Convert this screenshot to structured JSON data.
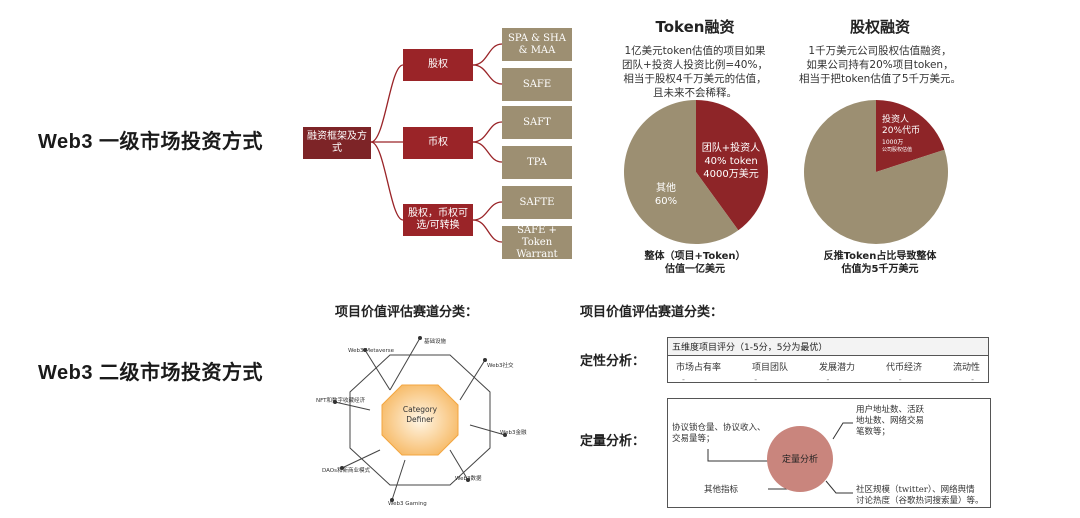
{
  "titles": {
    "primary": "Web3 一级市场投资方式",
    "secondary": "Web3 二级市场投资方式"
  },
  "tree": {
    "root": "融资框架及方式",
    "branches": [
      {
        "label": "股权",
        "leaves": [
          "SPA & SHA & MAA",
          "SAFE"
        ]
      },
      {
        "label": "币权",
        "leaves": [
          "SAFT",
          "TPA"
        ]
      },
      {
        "label": "股权，币权可选/可转换",
        "leaves": [
          "SAFTE",
          "SAFE + Token Warrant"
        ]
      }
    ]
  },
  "token_pie": {
    "title": "Token融资",
    "desc": [
      "1亿美元token估值的项目如果",
      "团队+投资人投资比例=40%，",
      "相当于股权4千万美元的估值，",
      "且未来不会稀释。"
    ],
    "slice_label": [
      "团队+投资人",
      "40% token",
      "4000万美元"
    ],
    "other_label": [
      "其他",
      "60%"
    ],
    "caption": [
      "整体（项目+Token）",
      "估值一亿美元"
    ]
  },
  "equity_pie": {
    "title": "股权融资",
    "desc": [
      "1千万美元公司股权估值融资，",
      "如果公司持有20%项目token，",
      "相当于把token估值了5千万美元。"
    ],
    "slice_label": [
      "投资人",
      "20%代币"
    ],
    "slice_small": [
      "1000万",
      "公司股权估值"
    ],
    "caption": [
      "反推Token占比导致整体",
      "估值为5千万美元"
    ]
  },
  "chart_data": [
    {
      "type": "pie",
      "title": "Token融资",
      "categories": [
        "团队+投资人",
        "其他"
      ],
      "values": [
        40,
        60
      ],
      "colors": [
        "#8e2528",
        "#9c8f72"
      ]
    },
    {
      "type": "pie",
      "title": "股权融资",
      "categories": [
        "投资人",
        ""
      ],
      "values": [
        20,
        80
      ],
      "colors": [
        "#8e2528",
        "#9c8f72"
      ]
    }
  ],
  "category": {
    "heading": "项目价值评估赛道分类：",
    "center": [
      "Category",
      "Definer"
    ],
    "labels": {
      "top": "基础设施",
      "metaverse": "Web3 Metaverse",
      "social": "Web3社交",
      "nft": "NFT和数字收藏经济",
      "finance": "Web3金融",
      "dao": "DAOs和新商业模式",
      "data": "Web3数据",
      "gaming": "Web3 Gaming"
    }
  },
  "evaluation": {
    "heading": "项目价值评估赛道分类：",
    "qualitative_label": "定性分析：",
    "quantitative_label": "定量分析：",
    "table_title": "五维度项目评分（1-5分，5分为最优）",
    "columns": [
      "市场占有率",
      "项目团队",
      "发展潜力",
      "代币经济",
      "流动性"
    ],
    "dashes": [
      "-",
      "-",
      "-",
      "-",
      "-"
    ],
    "quant_center": "定量分析",
    "quant_items": {
      "left_top": [
        "协议锁仓量、协议收入、",
        "交易量等；"
      ],
      "right_top": [
        "用户地址数、活跃",
        "地址数、网络交易",
        "笔数等；"
      ],
      "left_bottom": "其他指标",
      "right_bottom": [
        "社区规模（twitter）、网络舆情",
        "讨论热度（谷歌热词搜索量）等。"
      ]
    }
  },
  "colors": {
    "maroon": "#8e2528",
    "khaki": "#9c8f72",
    "octagon": "#f6c27a",
    "quant_circle": "#c9857d"
  }
}
